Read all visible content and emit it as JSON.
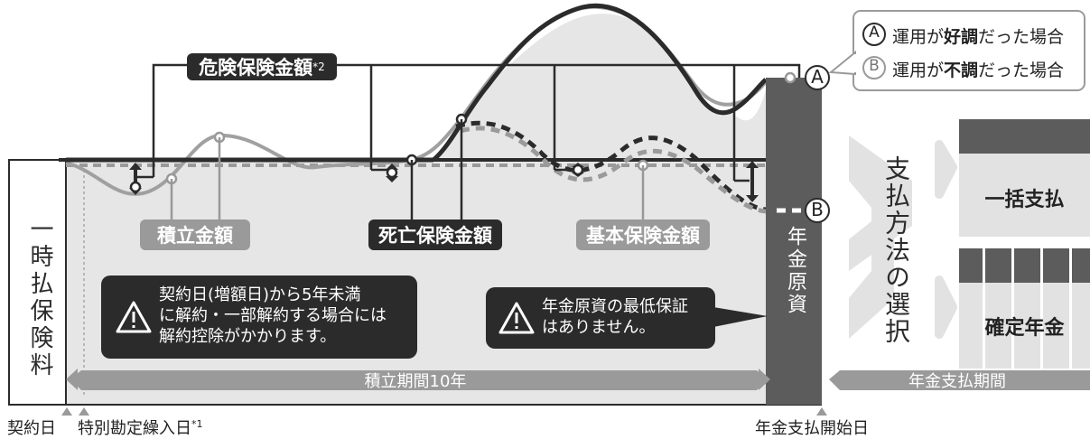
{
  "left_box": {
    "label": "一時払保険料"
  },
  "labels": {
    "danger_amount": "危険保険金額",
    "danger_note": "*2",
    "savings_amount": "積立金額",
    "death_benefit": "死亡保険金額",
    "basic_amount": "基本保険金額"
  },
  "legend": {
    "a_mark": "A",
    "a_text_pre": "運用が",
    "a_text_bold": "好調",
    "a_text_post": "だった場合",
    "b_mark": "B",
    "b_text_pre": "運用が",
    "b_text_bold": "不調",
    "b_text_post": "だった場合"
  },
  "curve_markers": {
    "a": "A",
    "b": "B"
  },
  "pension_fund_bar": {
    "label": "年金原資"
  },
  "payment_choice": {
    "title": "支払方法の選択",
    "lump_sum": "一括支払",
    "fixed_annuity": "確定年金"
  },
  "warnings": {
    "surrender": [
      "契約日(増額日)から5年未満",
      "に解約・一部解約する場合には",
      "解約控除がかかります。"
    ],
    "no_guarantee": [
      "年金原資の最低保証",
      "はありません。"
    ]
  },
  "periods": {
    "accumulation": "積立期間10年",
    "payout": "年金支払期間"
  },
  "dates": {
    "contract": "契約日",
    "special_transfer": "特別勘定繰入日",
    "special_transfer_note": "*1",
    "payout_start": "年金支払開始日"
  },
  "colors": {
    "dark": "#2b2b2b",
    "mid_gray": "#8f8f8f",
    "light_gray": "#e2e2e2",
    "pension_bar": "#5c5c5c"
  }
}
